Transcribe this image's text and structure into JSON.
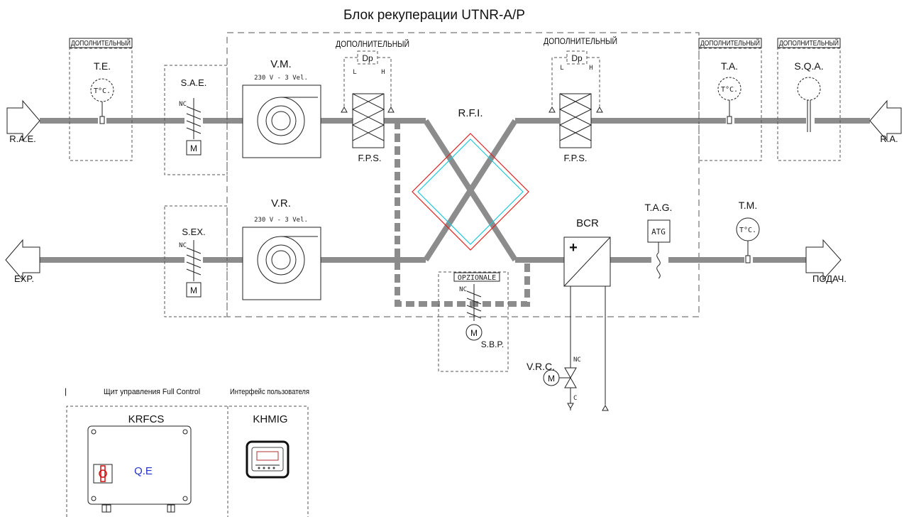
{
  "title": "Блок рекуперации UTNR-A/P",
  "optional_label": "ДОПОЛНИТЕЛЬНЫЙ",
  "opzionale_label": "OPZIONALE",
  "components": {
    "te": "T.E.",
    "sae": "S.A.E.",
    "vm": "V.M.",
    "vm_spec": "230 V - 3 Vel.",
    "dp": "Dp",
    "dp_l": "L",
    "dp_h": "H",
    "fps": "F.P.S.",
    "rfi": "R.F.I.",
    "ta": "T.A.",
    "sqa": "S.Q.A.",
    "sex": "S.EX.",
    "vr": "V.R.",
    "vr_spec": "230 V - 3 Vel.",
    "bcr": "BCR",
    "bcr_plus": "+",
    "tag": "T.A.G.",
    "atg": "ATG",
    "tm": "T.M.",
    "sensor": "T°C.",
    "nc": "NC",
    "c": "C",
    "motor": "M",
    "sbp": "S.B.P.",
    "vrc": "V.R.C."
  },
  "flows": {
    "rae": "R.A.E.",
    "ra": "R.A.",
    "exp": "EXP.",
    "supply": "ПОДАЧ."
  },
  "panel": {
    "left_caption": "Щит управления Full Control",
    "right_caption": "Интерфейс пользователя",
    "krfcs": "KRFCS",
    "khmig": "KHMIG",
    "qe": "Q.E"
  },
  "colors": {
    "duct": "#8c8c8c",
    "exchanger_red": "#e02020",
    "exchanger_cyan": "#20c8d8",
    "qe_blue": "#2233cc",
    "switch_red": "#d01010"
  }
}
